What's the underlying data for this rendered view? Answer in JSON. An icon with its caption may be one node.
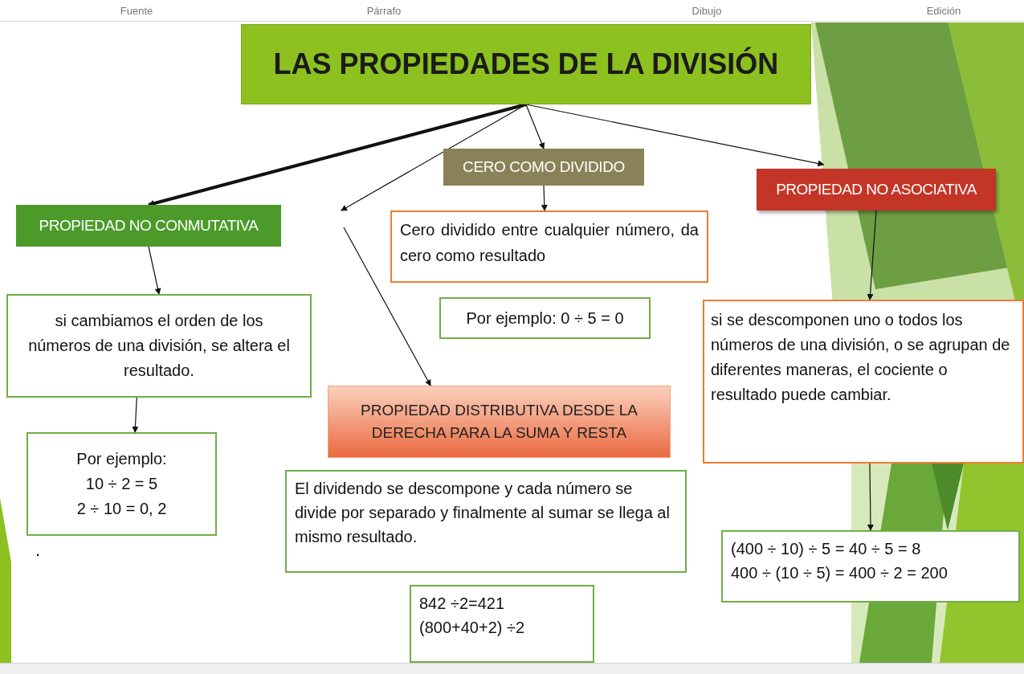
{
  "diagram": {
    "nodes": [
      {
        "text": [
          "LAS PROPIEDADES DE LA DIVISIÓN"
        ]
      },
      {
        "text": [
          "CERO COMO DIVIDIDO"
        ]
      },
      {
        "text": [
          "PROPIEDAD NO ASOCIATIVA"
        ]
      },
      {
        "text": [
          "PROPIEDAD NO CONMUTATIVA"
        ]
      },
      {
        "text": [
          "Cero dividido entre cualquier número, da cero como resultado"
        ]
      },
      {
        "text": [
          "Por ejemplo: 0 ÷ 5 = 0"
        ]
      },
      {
        "text": [
          "si cambiamos el orden de los números de una división, se altera el resultado."
        ]
      },
      {
        "text": [
          "si se descomponen uno o todos los números de una división, o se agrupan de diferentes maneras, el cociente o resultado puede cambiar."
        ]
      },
      {
        "text": [
          "PROPIEDAD DISTRIBUTIVA DESDE LA DERECHA PARA LA SUMA Y RESTA"
        ]
      },
      {
        "text": [
          "Por ejemplo:",
          "10 ÷ 2 = 5",
          "2 ÷ 10 = 0, 2"
        ]
      },
      {
        "text": [
          "El dividendo se descompone y cada número se divide por separado y finalmente al sumar se llega al mismo resultado."
        ]
      },
      {
        "text": [
          "(400 ÷ 10) ÷ 5 = 40 ÷ 5 = 8",
          "400 ÷ (10 ÷ 5) = 400 ÷ 2 = 200"
        ]
      },
      {
        "text": [
          "842 ÷2=421",
          "(800+40+2) ÷2"
        ]
      }
    ],
    "edges": [
      {
        "from": 0,
        "to": 3,
        "arrow": "to",
        "style": "thick"
      },
      {
        "from": 0,
        "to": null,
        "arrow": "to"
      },
      {
        "from": null,
        "to": 8,
        "arrow": "to"
      },
      {
        "from": 0,
        "to": 1,
        "arrow": "to"
      },
      {
        "from": 0,
        "to": 2,
        "arrow": "to"
      },
      {
        "from": 1,
        "to": 4,
        "arrow": "to"
      },
      {
        "from": 3,
        "to": 6,
        "arrow": "to"
      },
      {
        "from": 6,
        "to": 9,
        "arrow": "to"
      },
      {
        "from": 2,
        "to": 7,
        "arrow": "to"
      },
      {
        "from": 7,
        "to": 11,
        "arrow": "to"
      }
    ],
    "labels": [
      "Fuente",
      "Párrafo",
      "Dibujo",
      "Edición",
      "."
    ]
  }
}
